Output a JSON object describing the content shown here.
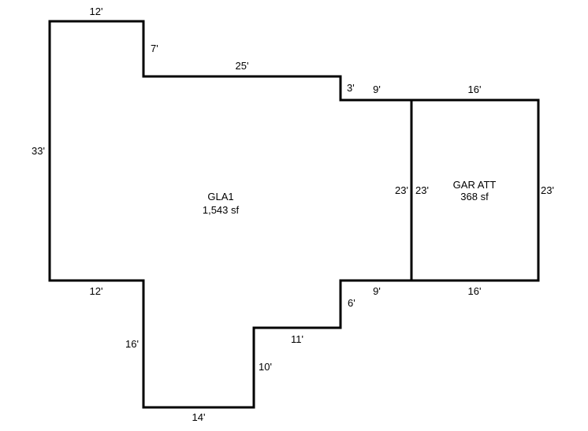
{
  "floor_plan": {
    "areas": [
      {
        "name": "GLA1",
        "size": "1,543 sf"
      },
      {
        "name": "GAR ATT",
        "size": "368 sf"
      }
    ],
    "dimensions": {
      "gla_top_left": "12'",
      "gla_step_upper": "7'",
      "gla_top_middle": "25'",
      "gla_step_right": "3'",
      "gla_top_right": "9'",
      "gla_left": "33'",
      "gla_bottom_left": "12'",
      "gla_lower_left": "16'",
      "gla_bottom": "14'",
      "gla_lower_right": "10'",
      "gla_lower_middle": "11'",
      "gla_step_lower": "6'",
      "gla_bottom_right": "9'",
      "gla_shared_wall": "23'",
      "garage_shared_wall": "23'",
      "garage_top": "16'",
      "garage_bottom": "16'",
      "garage_right": "23'"
    }
  }
}
